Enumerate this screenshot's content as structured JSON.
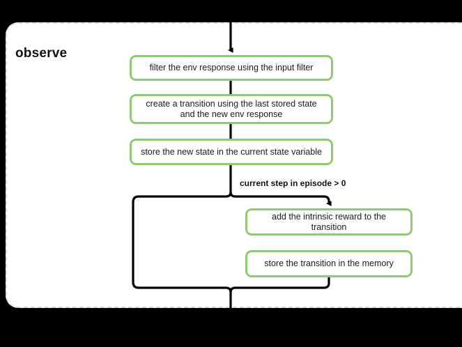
{
  "diagram": {
    "title": "observe",
    "type": "flowchart",
    "group": {
      "label": "observe",
      "border_style": "dashed",
      "border_color": "#d8d8d8",
      "background": "#ffffff"
    },
    "canvas_background": "#000000",
    "node_border_color": "#8fc971",
    "edge_color": "#000000",
    "nodes": [
      {
        "id": "filter",
        "label": "filter the env response using the input filter"
      },
      {
        "id": "create",
        "label": "create a transition using the last stored state and the new env response"
      },
      {
        "id": "store",
        "label": "store the new state in the current state variable"
      },
      {
        "id": "reward",
        "label": "add the intrinsic reward to the transition"
      },
      {
        "id": "memory",
        "label": "store the transition in the memory"
      }
    ],
    "edges": [
      {
        "from": "entry",
        "to": "filter",
        "label": ""
      },
      {
        "from": "filter",
        "to": "create",
        "label": ""
      },
      {
        "from": "create",
        "to": "store",
        "label": ""
      },
      {
        "from": "store",
        "to": "branch",
        "label": ""
      },
      {
        "from": "branch",
        "to": "reward",
        "label": "current step in episode > 0"
      },
      {
        "from": "reward",
        "to": "memory",
        "label": ""
      },
      {
        "from": "memory",
        "to": "merge",
        "label": ""
      },
      {
        "from": "branch",
        "to": "merge",
        "label": ""
      },
      {
        "from": "merge",
        "to": "exit",
        "label": ""
      }
    ],
    "branch_label": "current step in episode > 0"
  }
}
